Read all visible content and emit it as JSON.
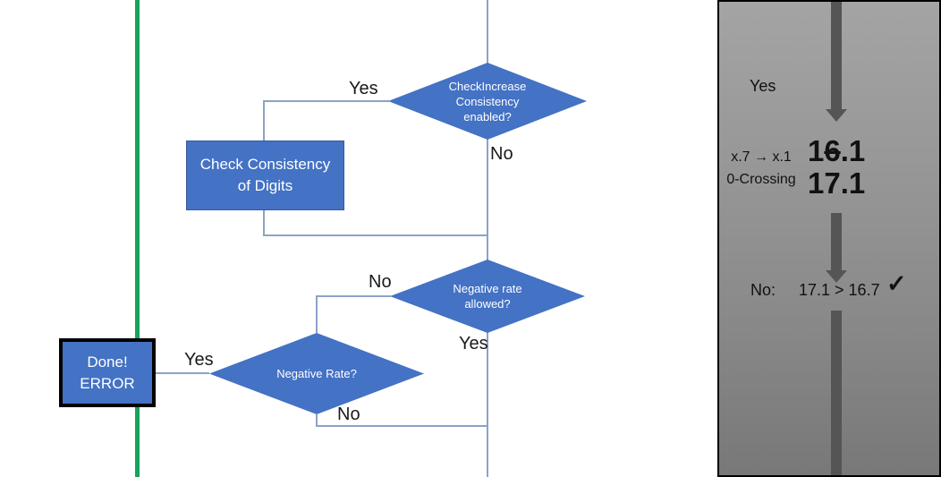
{
  "colors": {
    "shape_blue": "#4472c4",
    "connector_blue": "#8ca2c8",
    "green_guide": "#16a35c",
    "arrow_gray": "#555555",
    "panel_border": "#000000"
  },
  "flowchart": {
    "decision_checkincrease": {
      "text": "CheckIncrease\nConsistency\nenabled?"
    },
    "decision_checkincrease_yes": "Yes",
    "decision_checkincrease_no": "No",
    "process_check_consistency": {
      "text": "Check Consistency\nof Digits"
    },
    "decision_negative_rate_allowed": {
      "text": "Negative rate\nallowed?"
    },
    "decision_negative_rate_allowed_no": "No",
    "decision_negative_rate_allowed_yes": "Yes",
    "decision_negative_rate": {
      "text": "Negative Rate?"
    },
    "decision_negative_rate_yes": "Yes",
    "decision_negative_rate_no": "No",
    "terminal_done_error": {
      "text": "Done!\nERROR"
    }
  },
  "side_panel": {
    "yes_label": "Yes",
    "mapping_text": "x.7 → x.1\n0-Crossing",
    "value_old": {
      "prefix": "1",
      "struck": "6",
      "suffix": ".1"
    },
    "value_new": "17.1",
    "result_no_label": "No:",
    "result_comparison": "17.1 > 16.7",
    "checkmark": "✓"
  }
}
